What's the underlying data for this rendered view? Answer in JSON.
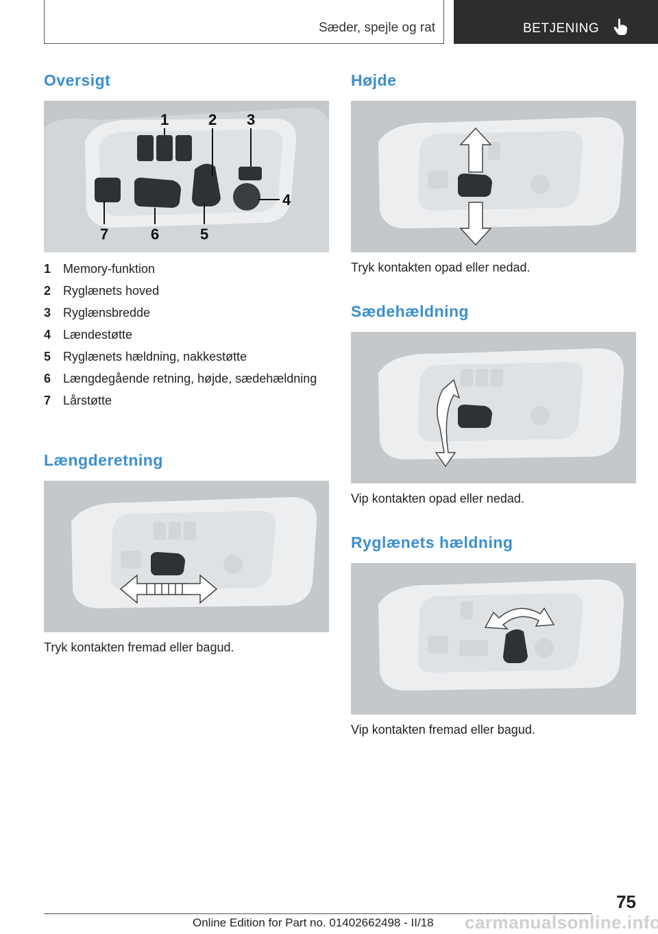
{
  "header": {
    "section": "Sæder, spejle og rat",
    "chapter": "BETJENING"
  },
  "left": {
    "heading": "Oversigt",
    "figure_labels": [
      "1",
      "2",
      "3",
      "4",
      "5",
      "6",
      "7"
    ],
    "legend": [
      {
        "num": "1",
        "text": "Memory-funktion"
      },
      {
        "num": "2",
        "text": "Ryglænets hoved"
      },
      {
        "num": "3",
        "text": "Ryglænsbredde"
      },
      {
        "num": "4",
        "text": "Lændestøtte"
      },
      {
        "num": "5",
        "text": "Ryglænets hældning, nakkestøtte"
      },
      {
        "num": "6",
        "text": "Længdegående retning, højde, sædehæld­ning"
      },
      {
        "num": "7",
        "text": "Lårstøtte"
      }
    ],
    "heading2": "Længderetning",
    "caption2": "Tryk kontakten fremad eller bagud."
  },
  "right": {
    "heading1": "Højde",
    "caption1": "Tryk kontakten opad eller nedad.",
    "heading2": "Sædehældning",
    "caption2": "Vip kontakten opad eller nedad.",
    "heading3": "Ryglænets hældning",
    "caption3": "Vip kontakten fremad eller bagud."
  },
  "footer": {
    "page_number": "75",
    "edition": "Online Edition for Part no. 01402662498 - II/18",
    "watermark": "carmanualsonline.info"
  },
  "colors": {
    "accent": "#3a8ed0",
    "header_dark": "#2d2d2d"
  }
}
